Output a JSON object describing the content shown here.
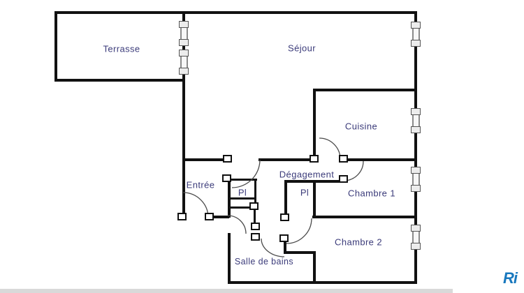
{
  "diagram": {
    "kind": "apartment-floor-plan",
    "rooms": [
      {
        "id": "terrasse",
        "label": "Terrasse"
      },
      {
        "id": "sejour",
        "label": "Séjour"
      },
      {
        "id": "cuisine",
        "label": "Cuisine"
      },
      {
        "id": "degagement",
        "label": "Dégagement"
      },
      {
        "id": "entree",
        "label": "Entrée"
      },
      {
        "id": "placard-1",
        "label": "Pl"
      },
      {
        "id": "placard-2",
        "label": "Pl"
      },
      {
        "id": "chambre-1",
        "label": "Chambre 1"
      },
      {
        "id": "chambre-2",
        "label": "Chambre 2"
      },
      {
        "id": "salle-de-bains",
        "label": "Salle de bains"
      }
    ],
    "colors": {
      "wall": "#111111",
      "label": "#3b3b7a",
      "window": "#8a8a8a",
      "door_arc": "#4a4a4a"
    },
    "window_count": 6,
    "door_arc_count": 7
  },
  "watermark": {
    "text": "Ri",
    "color": "#1878be"
  }
}
